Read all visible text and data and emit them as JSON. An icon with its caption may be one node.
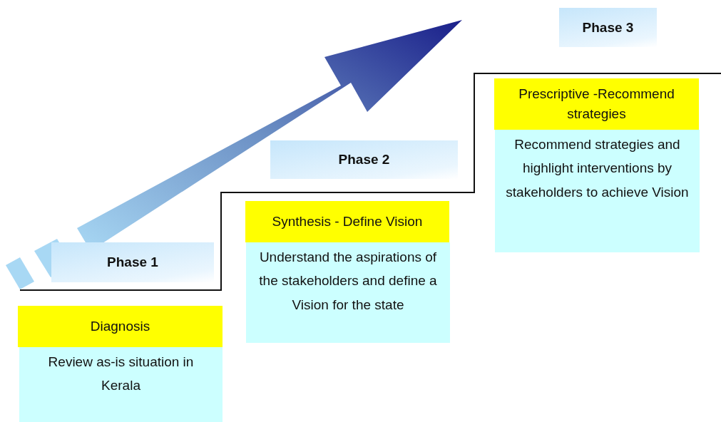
{
  "diagram": {
    "nodes": [
      {
        "text": [
          "Phase 1"
        ]
      },
      {
        "text": [
          "Diagnosis"
        ]
      },
      {
        "text": [
          "Review as-is situation in Kerala"
        ]
      },
      {
        "text": [
          "Phase 2"
        ]
      },
      {
        "text": [
          "Synthesis - Define Vision"
        ]
      },
      {
        "text": [
          "Understand the aspirations of the stakeholders and define a Vision for the state"
        ]
      },
      {
        "text": [
          "Phase 3"
        ]
      },
      {
        "text": [
          "Prescriptive -Recommend strategies"
        ]
      },
      {
        "text": [
          "Recommend strategies and highlight interventions by stakeholders to achieve Vision"
        ]
      }
    ]
  }
}
